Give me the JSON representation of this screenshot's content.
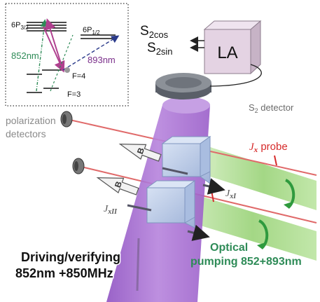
{
  "labels": {
    "level_6p32": "6P",
    "level_6p32_sub": "3/2",
    "level_6p12": "6P",
    "level_6p12_sub": "1/2",
    "wl_852": "852nm",
    "wl_893": "893nm",
    "level_f4": "F=4",
    "level_f3": "F=3",
    "s2cos_main": "S",
    "s2cos_sub": "2cos",
    "s2sin_main": "S",
    "s2sin_sub": "2sin",
    "lockin": "LA",
    "s2_detector_main": "S",
    "s2_detector_sub": "2",
    "s2_detector_tail": " detector",
    "polarization_line1": "polarization",
    "polarization_line2": "detectors",
    "jx_probe_j": "J",
    "jx_probe_x": "x",
    "jx_probe_tail": " probe",
    "jxi_j": "J",
    "jxi_sub": "xI",
    "jxii_j": "J",
    "jxii_sub": "xII",
    "b_label": "B",
    "driving_line1": "Driving/verifying",
    "driving_line2": "852nm +850MHz",
    "optical_line1": "Optical",
    "optical_line2": "pumping 852+893nm"
  },
  "colors": {
    "green_text": "#2e8b57",
    "purple_text": "#7a2e8a",
    "red_text": "#d62a2a",
    "grey_text": "#6b6b6b",
    "beam_purple": "#a86ad0",
    "beam_green": "#a8dc8a",
    "cell_blue": "#b9c9e6",
    "lockin_pink": "#e4d3e3"
  }
}
